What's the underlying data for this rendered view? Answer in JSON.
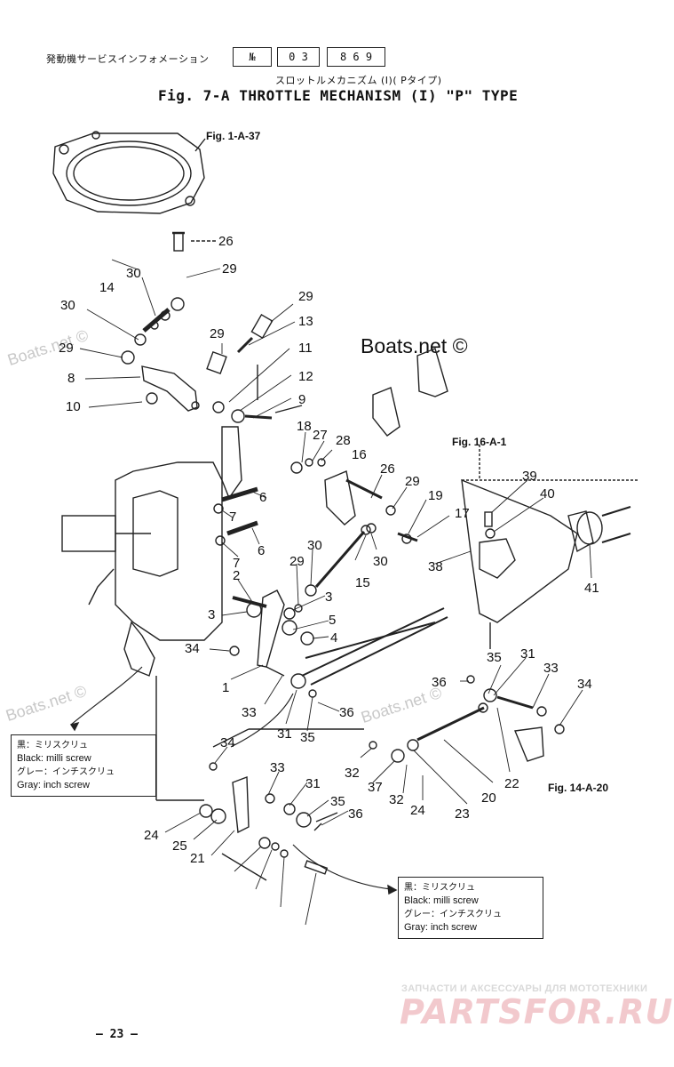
{
  "header": {
    "service_info_jp": "発動機サービスインフォメーション",
    "box_no": "№",
    "box_code": "0 3",
    "box_date": "8 6   9",
    "subtitle_jp": "スロットルメカニズム (I)( Pタイプ)",
    "title": "Fig. 7-A   THROTTLE  MECHANISM (I) \"P\"  TYPE"
  },
  "figure_refs": {
    "fig_1a37": "Fig. 1-A-37",
    "fig_16a1": "Fig. 16-A-1",
    "fig_14a20": "Fig. 14-A-20"
  },
  "watermarks": {
    "main": "Boats.net ©",
    "faint": "Boats.net ©"
  },
  "part_numbers": [
    "26",
    "29",
    "30",
    "14",
    "30",
    "29",
    "29",
    "13",
    "29",
    "11",
    "8",
    "12",
    "10",
    "9",
    "18",
    "27",
    "28",
    "16",
    "26",
    "29",
    "6",
    "7",
    "6",
    "7",
    "19",
    "17",
    "39",
    "40",
    "30",
    "29",
    "15",
    "30",
    "38",
    "41",
    "2",
    "3",
    "3",
    "5",
    "4",
    "34",
    "1",
    "35",
    "31",
    "33",
    "34",
    "36",
    "33",
    "31",
    "35",
    "36",
    "34",
    "33",
    "31",
    "35",
    "36",
    "32",
    "37",
    "32",
    "24",
    "22",
    "20",
    "23",
    "24",
    "25",
    "21"
  ],
  "legend_left": {
    "jp_black": "黒：ミリスクリュ",
    "black": "Black: milli screw",
    "jp_gray": "グレー：インチスクリュ",
    "gray": "Gray: inch screw"
  },
  "legend_right": {
    "jp_black": "黒：ミリスクリュ",
    "black": "Black: milli screw",
    "jp_gray": "グレー：インチスクリュ",
    "gray": "Gray: inch screw"
  },
  "footer": {
    "ru_text": "ЗАПЧАСТИ И АКСЕССУАРЫ ДЛЯ МОТОТЕХНИКИ",
    "logo": "PARTSFOR.RU",
    "page_number": "— 23 —"
  }
}
